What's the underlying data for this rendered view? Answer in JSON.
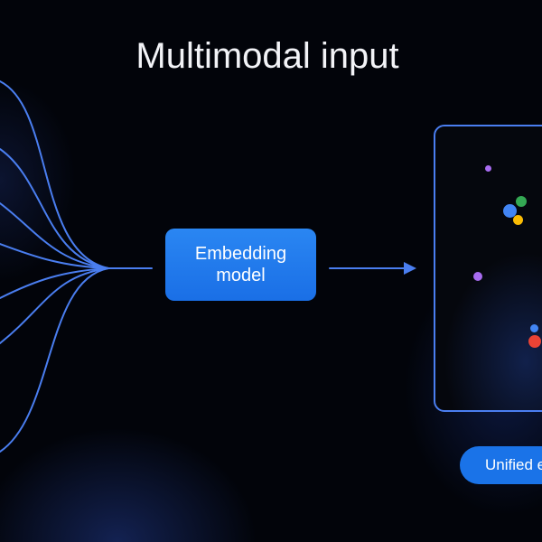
{
  "title": "Multimodal input",
  "embedding_box": {
    "line1": "Embedding",
    "line2": "model"
  },
  "pill": {
    "label": "Unified e"
  },
  "colors": {
    "background": "#02040a",
    "line": "#4a7ef0",
    "box": "#1f78ef",
    "pill": "#1a73e8",
    "dot_purple": "#a86cf0",
    "dot_green": "#34a853",
    "dot_blue": "#4285f4",
    "dot_yellow": "#fbbc04",
    "dot_red": "#ea4335"
  }
}
